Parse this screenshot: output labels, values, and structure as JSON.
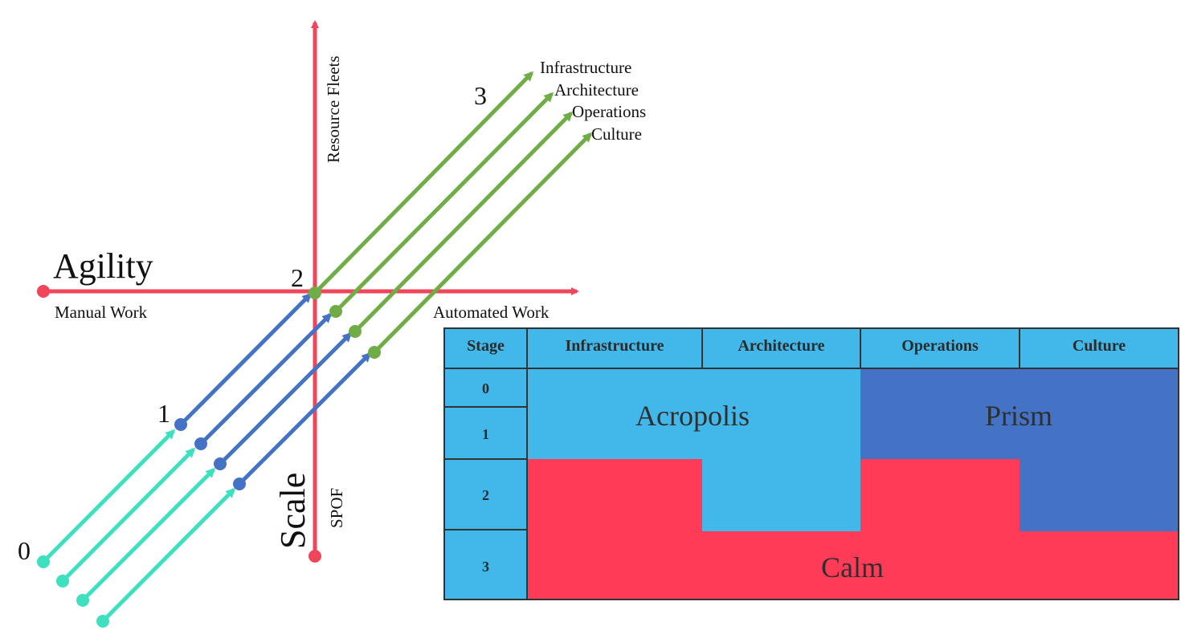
{
  "colors": {
    "axis": "#f0465c",
    "stage0": "#3ee0c0",
    "stage1": "#4472c4",
    "stage2": "#70ad47",
    "table_header": "#42b7e9",
    "acropolis": "#42b7e9",
    "prism": "#4472c4",
    "calm": "#ff3b57",
    "grid": "#333333"
  },
  "diagram": {
    "axis_left_title": "Agility",
    "axis_left_label": "Manual Work",
    "axis_right_label": "Automated Work",
    "axis_top_label": "Resource Fleets",
    "axis_bottom_title": "Scale",
    "axis_bottom_label": "SPOF",
    "stage_numbers": [
      "0",
      "1",
      "2",
      "3"
    ],
    "tracks": [
      "Infrastructure",
      "Architecture",
      "Operations",
      "Culture"
    ]
  },
  "table": {
    "header_stage": "Stage",
    "columns": [
      "Infrastructure",
      "Architecture",
      "Operations",
      "Culture"
    ],
    "stages": [
      "0",
      "1",
      "2",
      "3"
    ],
    "regions": {
      "acropolis": "Acropolis",
      "prism": "Prism",
      "calm": "Calm"
    }
  }
}
